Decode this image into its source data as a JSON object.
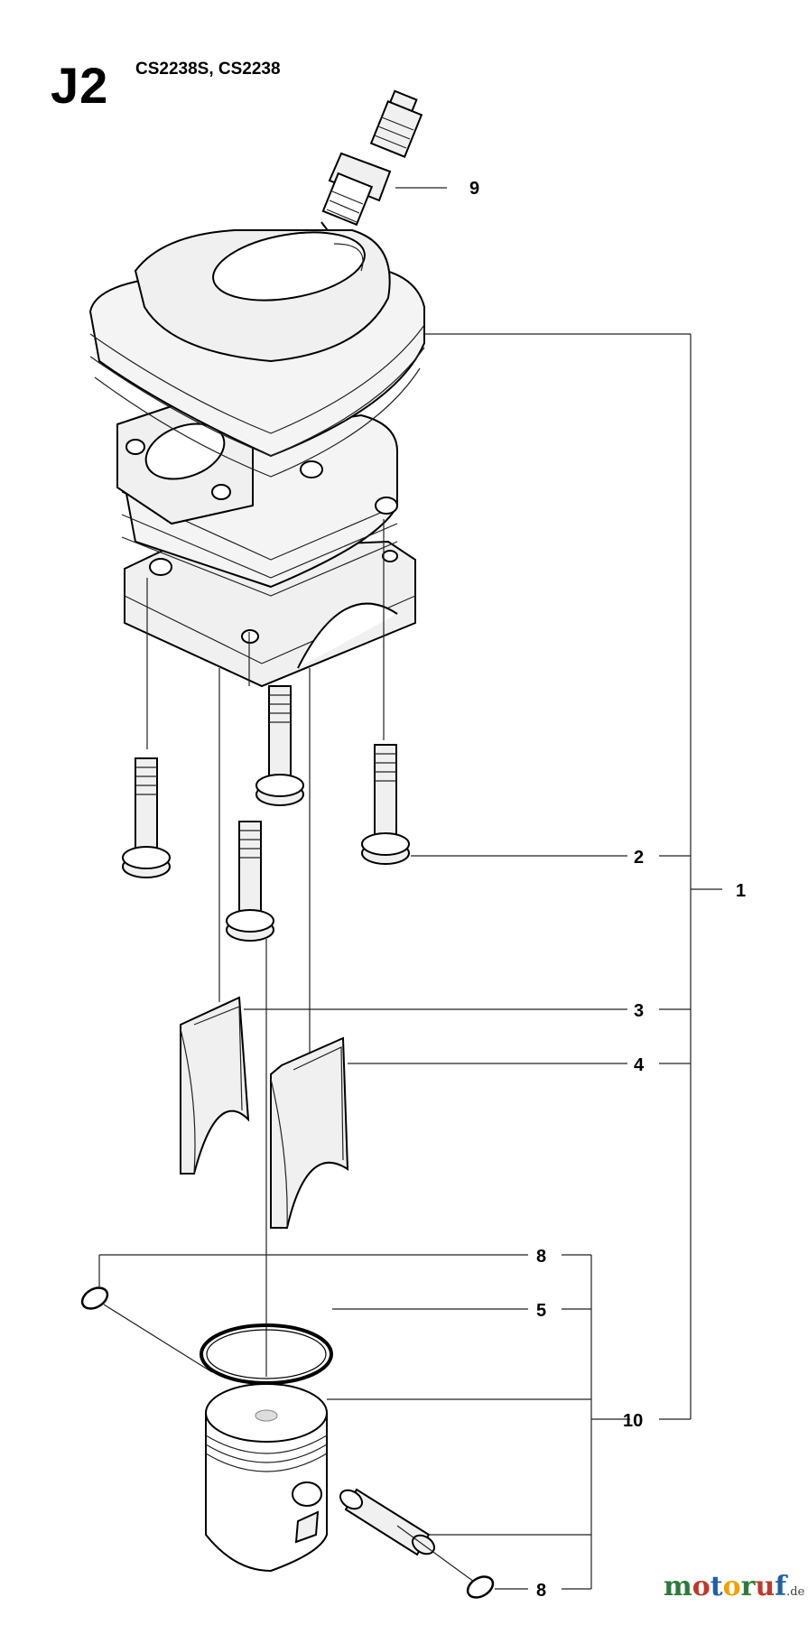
{
  "header": {
    "section_code": "J2",
    "models": "CS2238S, CS2238"
  },
  "callouts": {
    "c1": "1",
    "c2": "2",
    "c3": "3",
    "c4": "4",
    "c5": "5",
    "c8a": "8",
    "c8b": "8",
    "c9": "9",
    "c10": "10"
  },
  "watermark": {
    "brand": "motoruf",
    "tld": ".de",
    "letter_colors": [
      "#2c7a3c",
      "#c0392b",
      "#1f5fa8",
      "#f1a000",
      "#2c7a3c",
      "#c0392b",
      "#1f5fa8"
    ]
  }
}
